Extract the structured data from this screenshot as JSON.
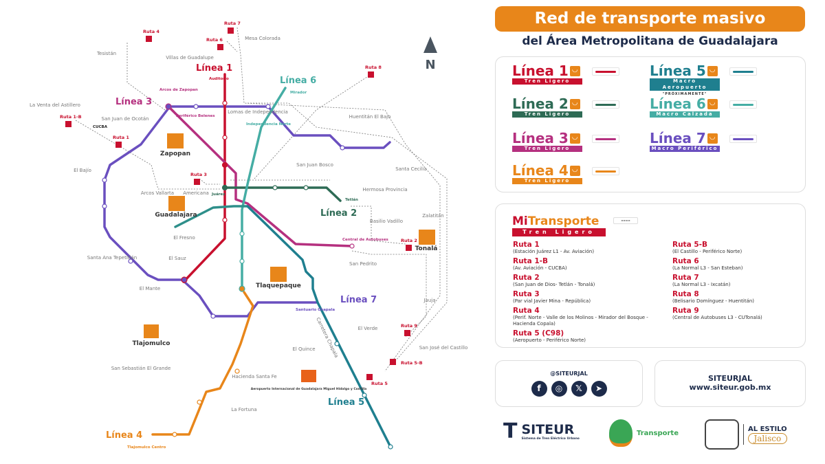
{
  "header": {
    "title": "Red de transporte masivo",
    "subtitle": "del Área Metropolitana de Guadalajara"
  },
  "colors": {
    "linea1": "#c8102e",
    "linea2": "#2e6b55",
    "linea3": "#b5307f",
    "linea4": "#e8861a",
    "linea5": "#1f7f8f",
    "linea6": "#45ada4",
    "linea7": "#6a4fbf",
    "ruta": "#c8102e",
    "accent": "#e8861a",
    "navy": "#1d2b4a"
  },
  "legend": {
    "lines": [
      {
        "name": "Línea 1",
        "sub": "Tren Ligero"
      },
      {
        "name": "Línea 2",
        "sub": "Tren Ligero"
      },
      {
        "name": "Línea 3",
        "sub": "Tren Ligero"
      },
      {
        "name": "Línea 4",
        "sub": "Tren Ligero"
      },
      {
        "name": "Línea 5",
        "sub": "Macro Aeropuerto",
        "note": "\"PRÓXIMAMENTE\""
      },
      {
        "name": "Línea 6",
        "sub": "Macro Calzada"
      },
      {
        "name": "Línea 7",
        "sub": "Macro Periférico"
      }
    ]
  },
  "mitransporte": {
    "name_a": "Mi",
    "name_b": "Transporte",
    "sub": "Tren Ligero",
    "dash": "----",
    "routes": [
      {
        "name": "Ruta 1",
        "desc": "(Estación Juárez L1 - Av. Aviación)"
      },
      {
        "name": "Ruta 1-B",
        "desc": "(Av. Aviación - CUCBA)"
      },
      {
        "name": "Ruta 2",
        "desc": "(San Juan de Dios- Tetlán - Tonalá)"
      },
      {
        "name": "Ruta 3",
        "desc": "(Par vial Javier Mina - República)"
      },
      {
        "name": "Ruta 4",
        "desc": "(Perif. Norte - Valle de los Molinos - Mirador del Bosque - Hacienda Copala)"
      },
      {
        "name": "Ruta 5 (C98)",
        "desc": "(Aeropuerto - Periférico Norte)"
      },
      {
        "name": "Ruta 5-B",
        "desc": "(El Castillo - Periférico Norte)"
      },
      {
        "name": "Ruta 6",
        "desc": "(La Normal L3 - San Esteban)"
      },
      {
        "name": "Ruta 7",
        "desc": "(La Normal L3 - Ixcatán)"
      },
      {
        "name": "Ruta 8",
        "desc": "(Belisario Domínguez - Huentitán)"
      },
      {
        "name": "Ruta 9",
        "desc": "(Central de Autobuses L3 - CUTonalá)"
      }
    ]
  },
  "social": {
    "handle": "@SITEURJAL",
    "icons": [
      "facebook-icon",
      "instagram-icon",
      "x-icon",
      "telegram-icon"
    ]
  },
  "web": {
    "name": "SITEURJAL",
    "url": "www.siteur.gob.mx"
  },
  "logos": {
    "siteur": "SITEUR",
    "siteur_sub": "Sistema de Tren Eléctrico Urbano",
    "transporte": "Transporte",
    "jalisco_a": "AL ESTILO",
    "jalisco_b": "Jalisco"
  },
  "map": {
    "north": "N",
    "areas": [
      "Tesistán",
      "Villas de Guadalupe",
      "Mesa Colorada",
      "La Venta del Astillero",
      "San Juan de Ocotán",
      "Lomas de Independencia",
      "Huentitán El Bajo",
      "El Bajío",
      "San Juan Bosco",
      "Santa Cecilia",
      "Arcos Vallarta",
      "Americana",
      "Hermosa Provincia",
      "Basilio Vadillo",
      "Zalatitán",
      "El Fresno",
      "Santa Ana Tepetitlán",
      "El Sauz",
      "San Pedrito",
      "El Mante",
      "Jauja",
      "El Verde",
      "El Quince",
      "San José del Castillo",
      "San Sebastián El Grande",
      "Hacienda Santa Fe",
      "La Fortuna",
      "Carretera Chapala"
    ],
    "cities": [
      "Zapopan",
      "Guadalajara",
      "Tlaquepaque",
      "Tonalá",
      "Tlajomulco"
    ],
    "airport": "Aeropuerto Internacional de Guadalajara Miguel Hidalgo y Costilla",
    "rutas": [
      "Ruta 4",
      "Ruta 7",
      "Ruta 6",
      "Ruta 8",
      "Ruta 1-B",
      "Ruta 1",
      "Ruta 3",
      "Ruta 2",
      "Ruta 9",
      "Ruta 5-B",
      "Ruta 5"
    ],
    "stations": [
      "Auditorio",
      "Arcos de Zapopan",
      "Periférico Belenes",
      "Mirador",
      "Independencia Norte",
      "Juárez",
      "Tetlán",
      "Central de Autobuses",
      "Santuario Chapala",
      "CUCBA",
      "Tlajomulco Centro"
    ],
    "line_labels": [
      {
        "name": "Línea 1",
        "sub": "Tren Ligero"
      },
      {
        "name": "Línea 2",
        "sub": "Tren Ligero"
      },
      {
        "name": "Línea 3",
        "sub": "Tren Ligero"
      },
      {
        "name": "Línea 4",
        "sub": "Tren Ligero"
      },
      {
        "name": "Línea 5",
        "sub": "Macro Aeropuerto"
      },
      {
        "name": "Línea 6",
        "sub": "Macro Calzada"
      },
      {
        "name": "Línea 7",
        "sub": "Macro Periférico"
      }
    ]
  }
}
